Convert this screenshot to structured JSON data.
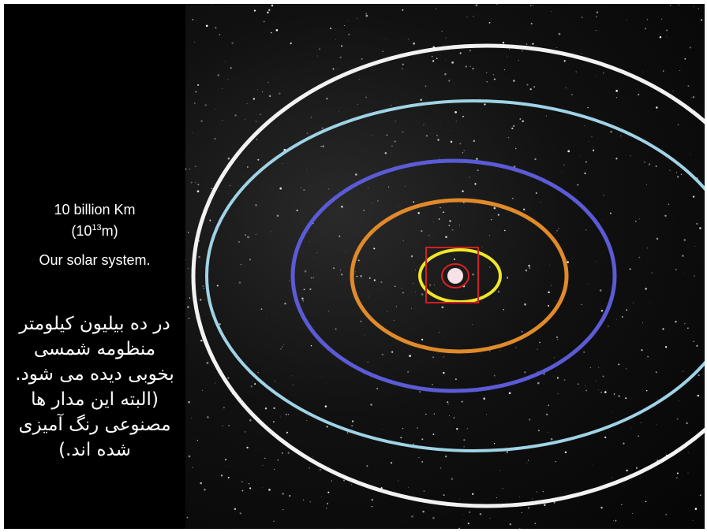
{
  "caption": {
    "scale_label": "10 billion Km",
    "power_prefix": "(10",
    "power_exponent": "13",
    "power_suffix": "m)",
    "title": "Our solar system.",
    "persian_lines": [
      "در ده بیلیون کیلومتر",
      "منظومه شمسی",
      "بخوبی دیده می شود.",
      "(البته این مدار ها",
      "مصنوعی رنگ آمیزی",
      "شده اند.)"
    ]
  },
  "orbits": [
    {
      "name": "white-orbit",
      "color": "#f2f2f2"
    },
    {
      "name": "light-blue-orbit",
      "color": "#9fd3e6"
    },
    {
      "name": "blue-orbit",
      "color": "#5b5bd6"
    },
    {
      "name": "orange-orbit",
      "color": "#e08a2a"
    },
    {
      "name": "yellow-orbit",
      "color": "#f0e62a"
    },
    {
      "name": "inner-red-orbit",
      "color": "#e02020"
    }
  ],
  "highlight_box_color": "#d02020",
  "sun_color": "#f6e2e6"
}
